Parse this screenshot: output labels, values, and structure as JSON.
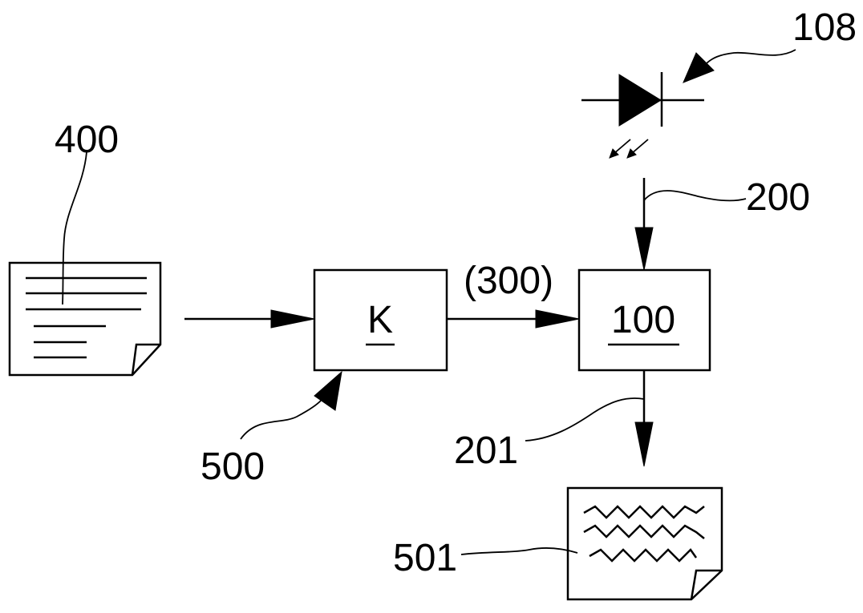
{
  "labels": {
    "ref_400": "400",
    "ref_108": "108",
    "ref_200": "200",
    "ref_300": "(300)",
    "ref_100": "100",
    "ref_k": "K",
    "ref_500": "500",
    "ref_201": "201",
    "ref_501": "501"
  },
  "colors": {
    "ink": "#000000",
    "background": "#ffffff"
  }
}
